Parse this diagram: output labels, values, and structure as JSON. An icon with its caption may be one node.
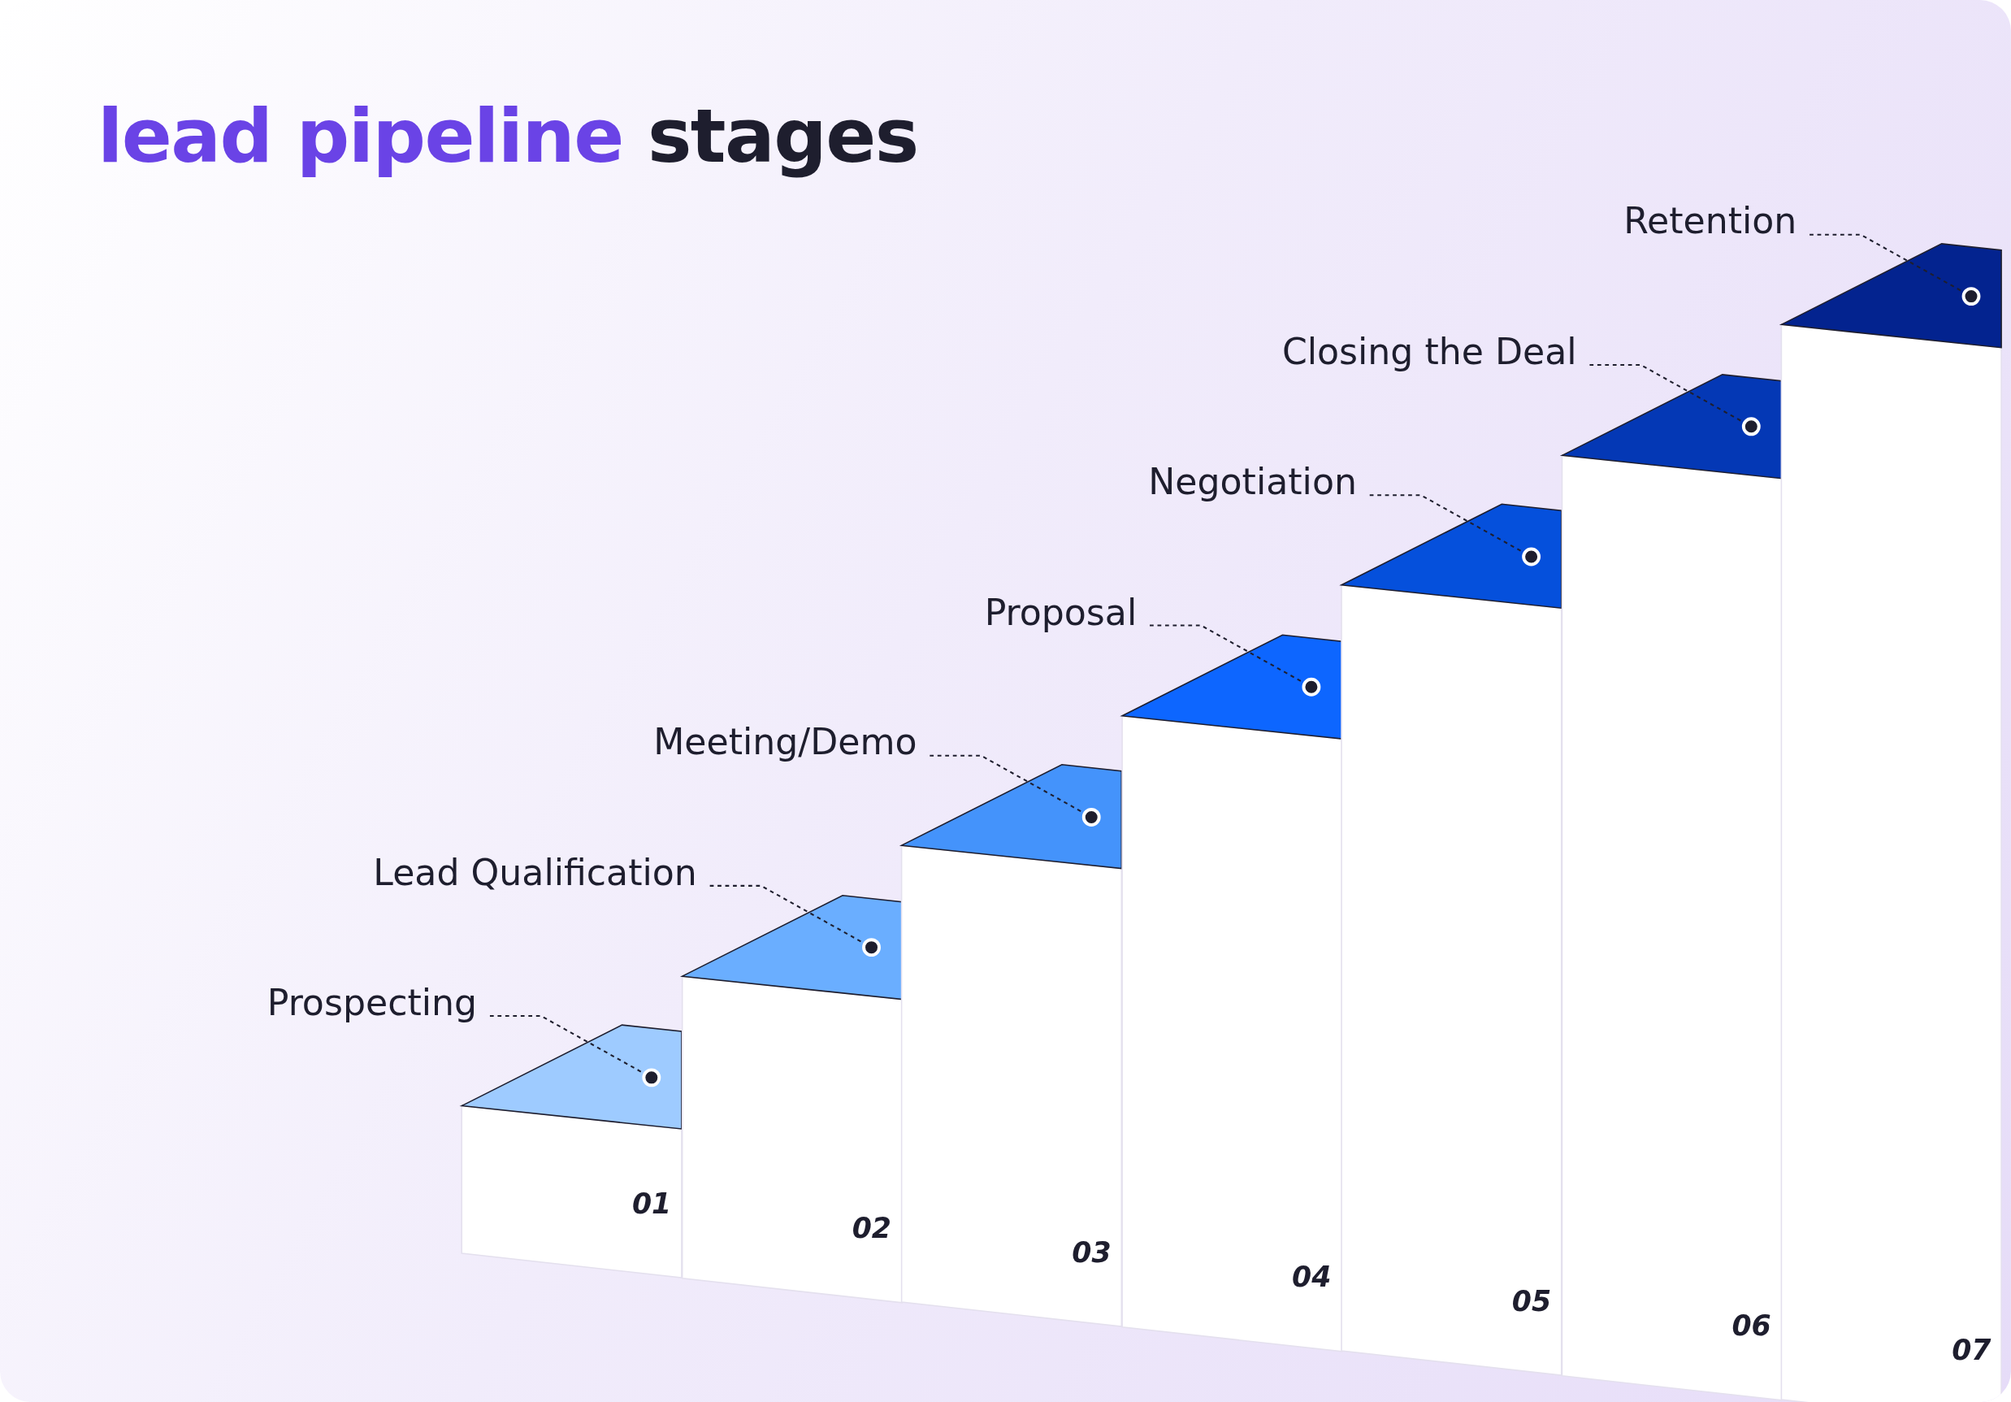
{
  "diagram": {
    "title": "**lead pipeline** stages",
    "nodes": [
      {
        "text": [
          "Prospecting"
        ]
      },
      {
        "text": [
          "01"
        ]
      },
      {
        "text": [
          "Lead Qualification"
        ]
      },
      {
        "text": [
          "02"
        ]
      },
      {
        "text": [
          "Meeting/Demo"
        ]
      },
      {
        "text": [
          "03"
        ]
      },
      {
        "text": [
          "Proposal"
        ]
      },
      {
        "text": [
          "04"
        ]
      },
      {
        "text": [
          "Negotiation"
        ]
      },
      {
        "text": [
          "05"
        ]
      },
      {
        "text": [
          "Closing the Deal"
        ]
      },
      {
        "text": [
          "06"
        ]
      },
      {
        "text": [
          "Retention"
        ]
      },
      {
        "text": [
          "07"
        ]
      }
    ],
    "edges": [
      {
        "from": 0,
        "to": 1,
        "arrow": "other",
        "style": "dashed"
      },
      {
        "from": 2,
        "to": 3,
        "arrow": "other",
        "style": "dashed"
      },
      {
        "from": 4,
        "to": 5,
        "arrow": "other",
        "style": "dashed"
      },
      {
        "from": 6,
        "to": 7,
        "arrow": "other",
        "style": "dashed"
      },
      {
        "from": 8,
        "to": 9,
        "arrow": "other",
        "style": "dashed"
      },
      {
        "from": 10,
        "to": 11,
        "arrow": "other",
        "style": "dashed"
      },
      {
        "from": 12,
        "to": 13,
        "arrow": "other",
        "style": "dashed"
      }
    ]
  }
}
